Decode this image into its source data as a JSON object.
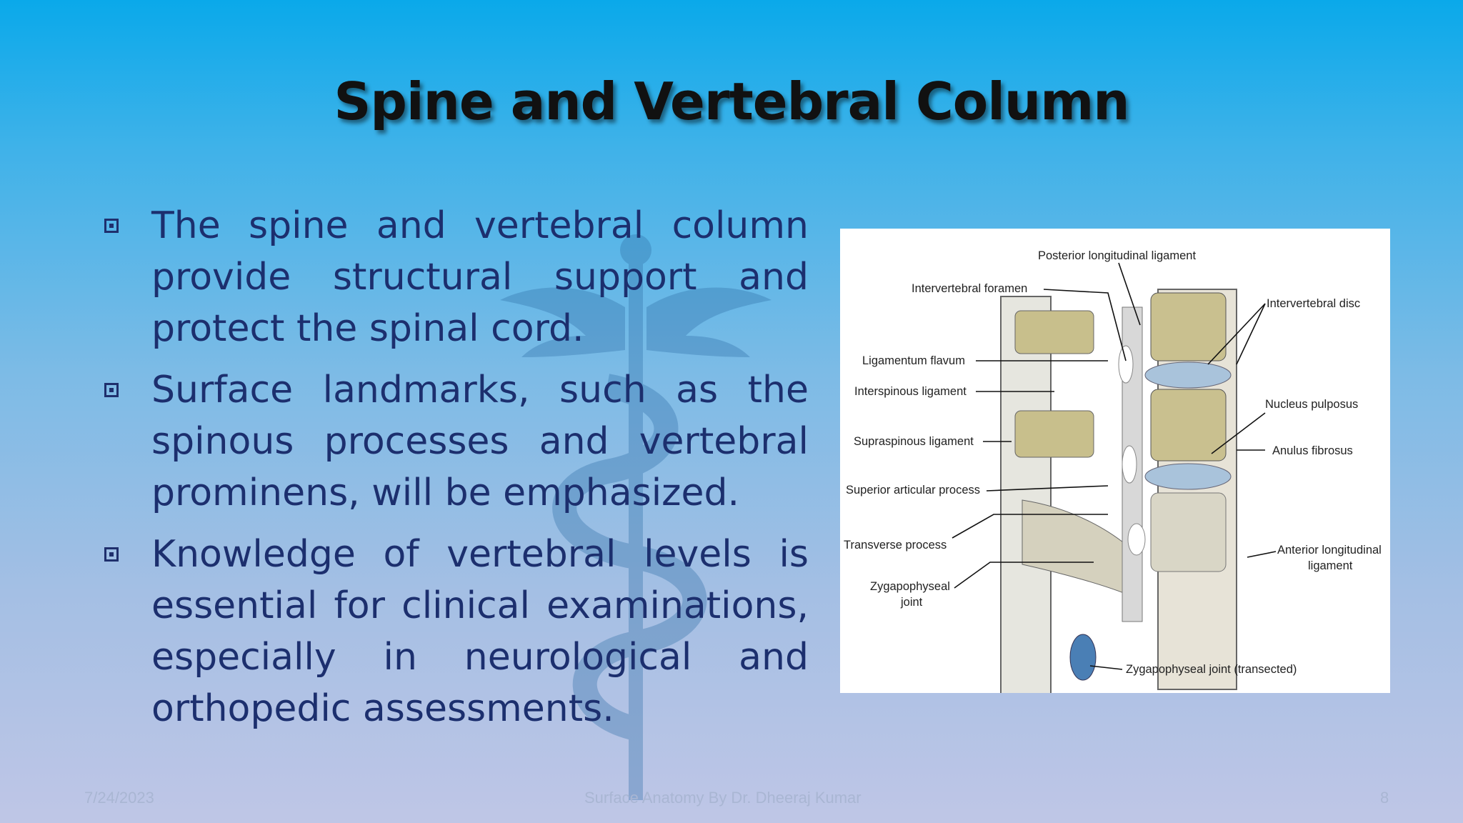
{
  "slide": {
    "title": "Spine and Vertebral Column",
    "bullets": [
      "The spine and vertebral column provide structural support and protect the spinal cord.",
      "Surface landmarks, such as the spinous processes and vertebral prominens, will be emphasized.",
      "Knowledge of vertebral levels is essential for clinical examinations, especially in neurological and orthopedic assessments."
    ]
  },
  "figure": {
    "labels": {
      "posterior_longitudinal_ligament": "Posterior longitudinal ligament",
      "intervertebral_foramen": "Intervertebral foramen",
      "intervertebral_disc": "Intervertebral disc",
      "ligamentum_flavum": "Ligamentum flavum",
      "interspinous_ligament": "Interspinous ligament",
      "nucleus_pulposus": "Nucleus pulposus",
      "supraspinous_ligament": "Supraspinous ligament",
      "anulus_fibrosus": "Anulus fibrosus",
      "superior_articular_process": "Superior articular process",
      "transverse_process": "Transverse process",
      "anterior_longitudinal_ligament_1": "Anterior longitudinal",
      "anterior_longitudinal_ligament_2": "ligament",
      "zygapophyseal_joint_1": "Zygapophyseal",
      "zygapophyseal_joint_2": "joint",
      "zygapophyseal_joint_transected": "Zygapophyseal joint (transected)"
    }
  },
  "footer": {
    "date": "7/24/2023",
    "credit": "Surface Anatomy By  Dr. Dheeraj Kumar",
    "page": "8"
  },
  "colors": {
    "title": "#111111",
    "bullet_text": "#1c2f6e",
    "footer_text": "#a9b6d3"
  }
}
